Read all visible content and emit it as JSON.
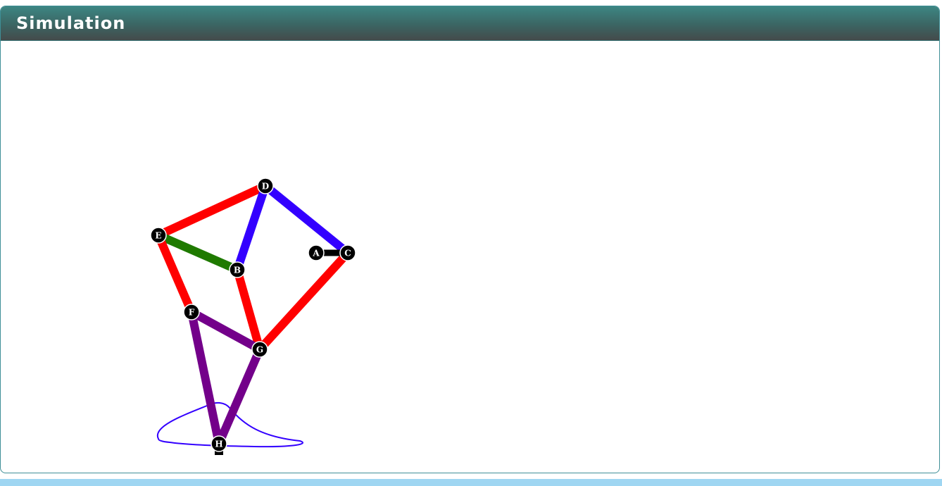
{
  "panel": {
    "title": "Simulation"
  },
  "colors": {
    "header_top": "#3d8683",
    "header_bottom": "#444b4b",
    "panel_border": "#3f8f97",
    "bottom_strip": "#9fd6f2",
    "link_red": "#ff0000",
    "link_blue": "#3300ff",
    "link_green": "#1f7a00",
    "link_purple": "#73008a",
    "crank_black": "#000000",
    "trace_blue": "#3300ff",
    "joint_fill": "#000000",
    "joint_label": "#ffffff"
  },
  "mechanism": {
    "joints": [
      {
        "id": "D",
        "label": "D"
      },
      {
        "id": "E",
        "label": "E"
      },
      {
        "id": "A",
        "label": "A"
      },
      {
        "id": "C",
        "label": "C"
      },
      {
        "id": "B",
        "label": "B"
      },
      {
        "id": "F",
        "label": "F"
      },
      {
        "id": "G",
        "label": "G"
      },
      {
        "id": "H",
        "label": "H"
      }
    ],
    "links": [
      {
        "from": "E",
        "to": "D",
        "color": "link_red"
      },
      {
        "from": "D",
        "to": "C",
        "color": "link_blue"
      },
      {
        "from": "D",
        "to": "B",
        "color": "link_blue"
      },
      {
        "from": "E",
        "to": "B",
        "color": "link_green"
      },
      {
        "from": "E",
        "to": "F",
        "color": "link_red"
      },
      {
        "from": "B",
        "to": "G",
        "color": "link_red"
      },
      {
        "from": "C",
        "to": "G",
        "color": "link_red"
      },
      {
        "from": "F",
        "to": "G",
        "color": "link_purple"
      },
      {
        "from": "F",
        "to": "H",
        "color": "link_purple"
      },
      {
        "from": "G",
        "to": "H",
        "color": "link_purple"
      },
      {
        "from": "A",
        "to": "C",
        "color": "crank_black"
      }
    ],
    "trace": {
      "name": "foot-path-trace",
      "color": "trace_blue"
    }
  }
}
